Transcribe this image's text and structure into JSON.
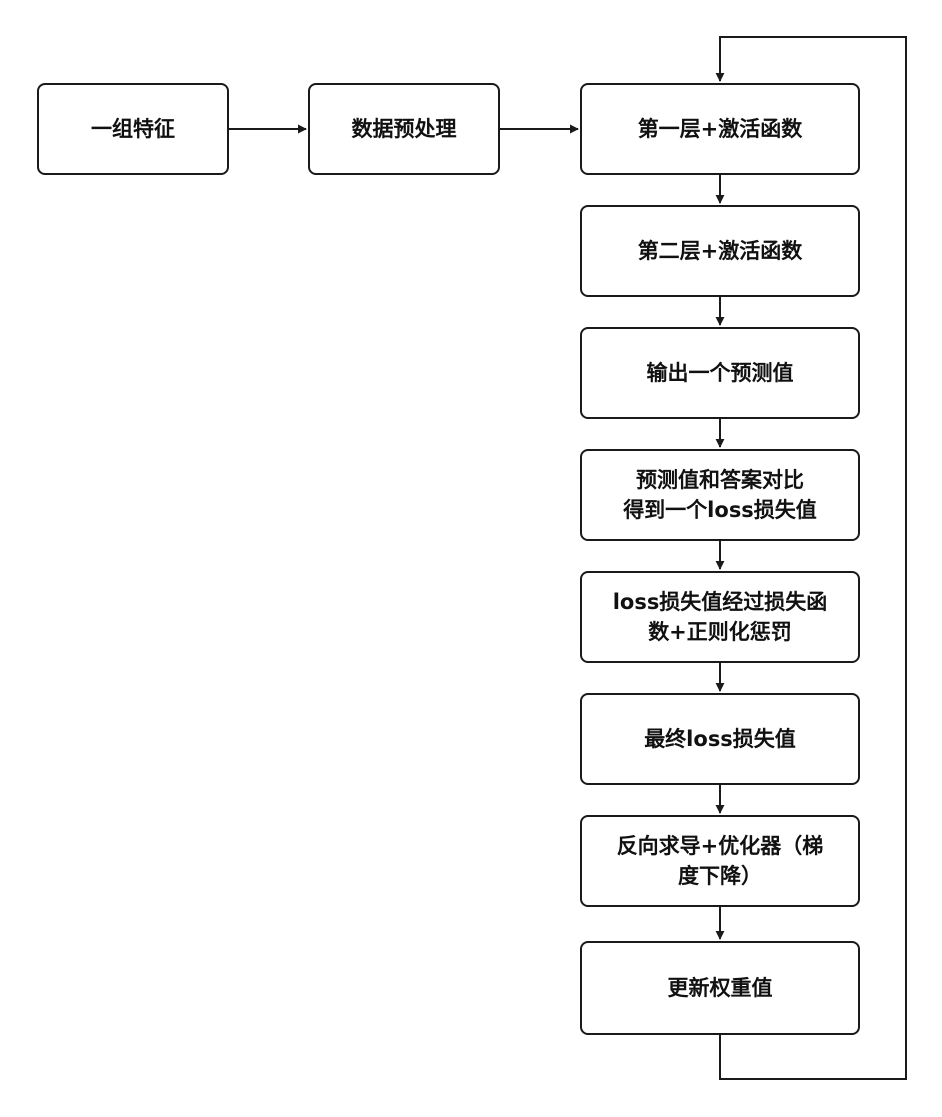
{
  "diagram": {
    "nodes": {
      "features": "一组特征",
      "preprocess": "数据预处理",
      "layer1": "第一层+激活函数",
      "layer2": "第二层+激活函数",
      "output": "输出一个预测值",
      "compare_line1": "预测值和答案对比",
      "compare_line2": "得到一个loss损失值",
      "lossfn_line1": "loss损失值经过损失函",
      "lossfn_line2": "数+正则化惩罚",
      "final_loss": "最终loss损失值",
      "backprop_line1": "反向求导+优化器（梯",
      "backprop_line2": "度下降）",
      "update": "更新权重值"
    },
    "edges": [
      {
        "from": "features",
        "to": "preprocess"
      },
      {
        "from": "preprocess",
        "to": "layer1"
      },
      {
        "from": "layer1",
        "to": "layer2"
      },
      {
        "from": "layer2",
        "to": "output"
      },
      {
        "from": "output",
        "to": "compare"
      },
      {
        "from": "compare",
        "to": "lossfn"
      },
      {
        "from": "lossfn",
        "to": "final_loss"
      },
      {
        "from": "final_loss",
        "to": "backprop"
      },
      {
        "from": "backprop",
        "to": "update"
      },
      {
        "from": "update",
        "to": "layer1",
        "kind": "loop"
      }
    ],
    "colors": {
      "stroke": "#1a1a1a",
      "background": "#ffffff"
    }
  }
}
